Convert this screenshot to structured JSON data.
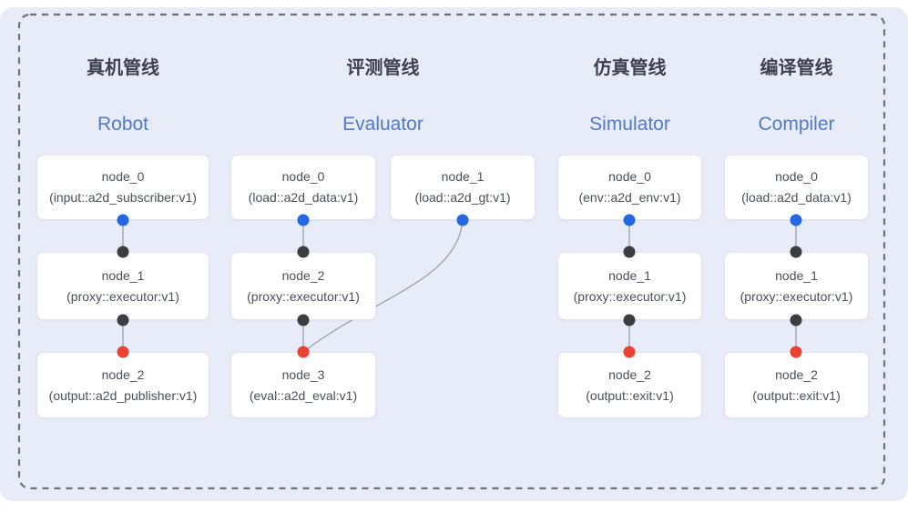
{
  "diagram": {
    "pipelines": [
      {
        "key": "robot",
        "title_zh": "真机管线",
        "title_en": "Robot",
        "nodes": [
          {
            "name": "node_0",
            "impl": "(input::a2d_subscriber:v1)"
          },
          {
            "name": "node_1",
            "impl": "(proxy::executor:v1)"
          },
          {
            "name": "node_2",
            "impl": "(output::a2d_publisher:v1)"
          }
        ]
      },
      {
        "key": "evaluator",
        "title_zh": "评测管线",
        "title_en": "Evaluator",
        "nodes": [
          {
            "name": "node_0",
            "impl": "(load::a2d_data:v1)"
          },
          {
            "name": "node_1",
            "impl": "(load::a2d_gt:v1)"
          },
          {
            "name": "node_2",
            "impl": "(proxy::executor:v1)"
          },
          {
            "name": "node_3",
            "impl": "(eval::a2d_eval:v1)"
          }
        ]
      },
      {
        "key": "simulator",
        "title_zh": "仿真管线",
        "title_en": "Simulator",
        "nodes": [
          {
            "name": "node_0",
            "impl": "(env::a2d_env:v1)"
          },
          {
            "name": "node_1",
            "impl": "(proxy::executor:v1)"
          },
          {
            "name": "node_2",
            "impl": "(output::exit:v1)"
          }
        ]
      },
      {
        "key": "compiler",
        "title_zh": "编译管线",
        "title_en": "Compiler",
        "nodes": [
          {
            "name": "node_0",
            "impl": "(load::a2d_data:v1)"
          },
          {
            "name": "node_1",
            "impl": "(proxy::executor:v1)"
          },
          {
            "name": "node_2",
            "impl": "(output::exit:v1)"
          }
        ]
      }
    ]
  },
  "colors": {
    "card_bg": "#e8ecf8",
    "dashed_border": "#6b7280",
    "node_bg": "#ffffff",
    "node_border": "#e3e5eb",
    "node_text": "#4a4f58",
    "title_zh_color": "#3b4150",
    "title_en_color": "#5578c8",
    "edge": "#9aa1b0",
    "port_blue": "#2467e3",
    "port_dark": "#3b3d40",
    "port_red": "#ea4132"
  }
}
